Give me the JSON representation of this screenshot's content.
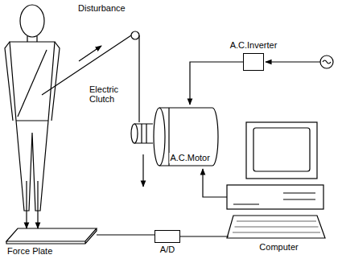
{
  "diagram": {
    "nodes": [
      {
        "text": [
          "Electric Clutch"
        ]
      },
      {
        "text": [
          "A.C.Inverter"
        ]
      },
      {
        "text": [
          "A.C.Motor"
        ]
      },
      {
        "text": [
          "Force Plate"
        ]
      },
      {
        "text": [
          "A/D"
        ]
      },
      {
        "text": [
          "Computer"
        ]
      }
    ],
    "edges": [
      {
        "from": 3,
        "to": 4,
        "arrow": "none"
      },
      {
        "from": 4,
        "to": 5,
        "arrow": "none"
      },
      {
        "from": 1,
        "to": 2,
        "arrow": "to"
      },
      {
        "from": 5,
        "to": 2,
        "arrow": "to"
      }
    ],
    "labels": [
      "Disturbance"
    ]
  }
}
